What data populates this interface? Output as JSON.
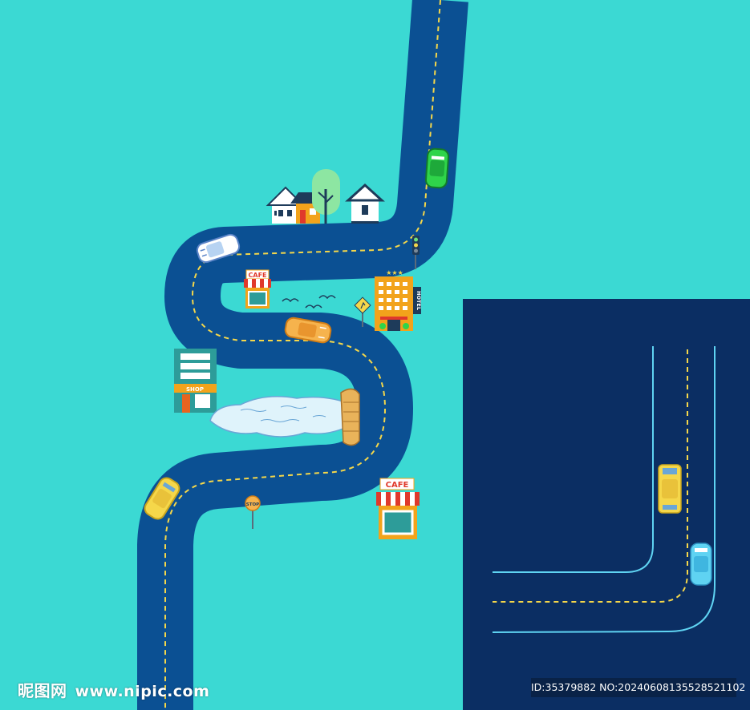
{
  "colors": {
    "background": "#3bd9d3",
    "road": "#0b5093",
    "road_line": "#f5d74a",
    "dark_panel": "#0b2e63",
    "panel_road_edge": "#5fd3f2"
  },
  "signs": {
    "cafe_small": "CAFE",
    "cafe_large": "CAFE",
    "hotel": "HOTEL",
    "shop": "SHOP",
    "stop": "STOP"
  },
  "watermark": {
    "logo_text": "昵图网",
    "site": "www.nipic.com",
    "id_text": "ID:35379882 NO:20240608135528521102"
  }
}
